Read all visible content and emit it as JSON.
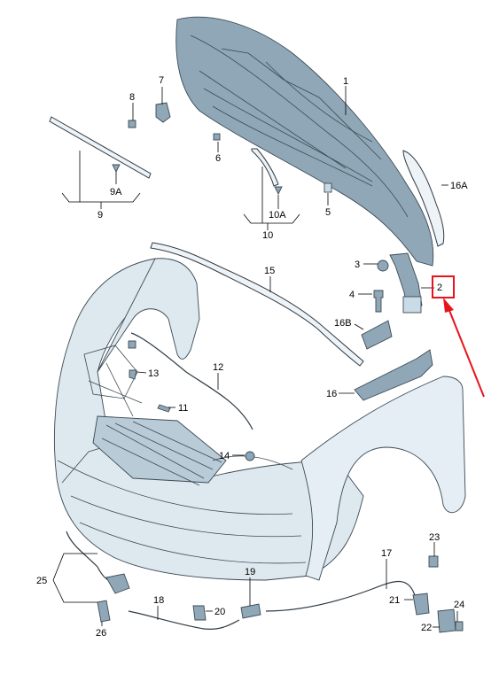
{
  "callouts": {
    "c1": "1",
    "c2": "2",
    "c3": "3",
    "c4": "4",
    "c5": "5",
    "c6": "6",
    "c7": "7",
    "c8": "8",
    "c9": "9",
    "c9a": "9A",
    "c10": "10",
    "c10a": "10A",
    "c11": "11",
    "c12": "12",
    "c13": "13",
    "c14": "14",
    "c15": "15",
    "c16": "16",
    "c16a": "16A",
    "c16b": "16B",
    "c17": "17",
    "c18": "18",
    "c19": "19",
    "c20": "20",
    "c21": "21",
    "c22": "22",
    "c23": "23",
    "c24": "24",
    "c25": "25",
    "c26": "26"
  },
  "highlight": {
    "target": "2",
    "color": "#e8141b"
  },
  "colors": {
    "part_fill": "#c9dbe6",
    "part_dark": "#8fa7b7",
    "outline": "#3c4a55",
    "body_fill": "#dde8ef"
  }
}
